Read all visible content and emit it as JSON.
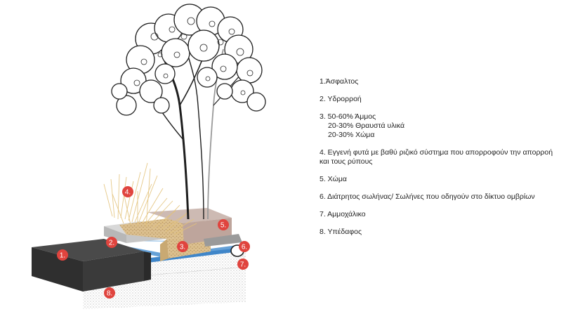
{
  "markers": [
    "1.",
    "2.",
    "3.",
    "4.",
    "5.",
    "6.",
    "7.",
    "8."
  ],
  "legend": [
    {
      "lines": [
        "1.Άσφαλτος"
      ]
    },
    {
      "lines": [
        "2. Υδρορροή"
      ]
    },
    {
      "lines": [
        "3. 50-60% Άμμος",
        "20-30% Θραυστά υλικά",
        "20-30% Χώμα"
      ]
    },
    {
      "lines": [
        "4. Εγγενή φυτά με βαθύ ριζικό σύστημα που απορροφούν την απορροή",
        "και τους ρύπους"
      ]
    },
    {
      "lines": [
        "5. Χώμα"
      ]
    },
    {
      "lines": [
        "6. Διάτρητος σωλήνας/ Σωλήνες που οδηγούν στο δίκτυο ομβρίων"
      ]
    },
    {
      "lines": [
        "7. Αμμοχάλικο"
      ]
    },
    {
      "lines": [
        "8. Υπέδαφος"
      ]
    }
  ],
  "colors": {
    "marker": "#e0443e",
    "asphalt": "#3a3a3a",
    "water": "#3f86c9",
    "sand": "#d8b98a",
    "grass": "#e2c37e",
    "soil": "#c9b3aa"
  }
}
